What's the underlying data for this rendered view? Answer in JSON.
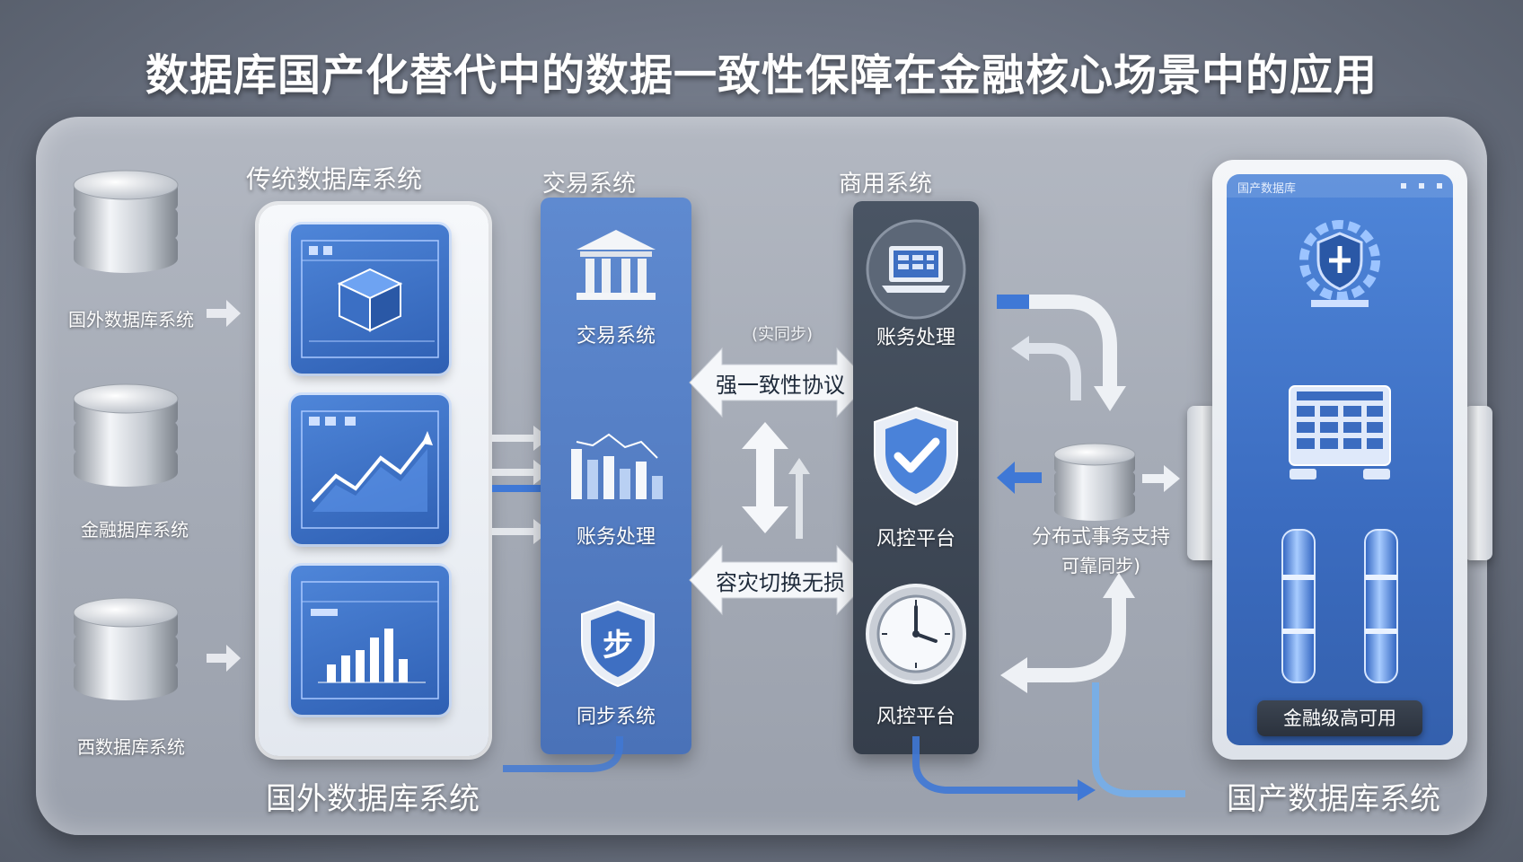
{
  "title": "数据库国产化替代中的数据一致性保障在金融核心场景中的应用",
  "left_dbs": [
    {
      "label": "国外数据库系统"
    },
    {
      "label": "金融据库系统"
    },
    {
      "label": "西数据库系统"
    }
  ],
  "legacy_panel": {
    "title": "传统数据库系统",
    "footer": "国外数据库系统"
  },
  "column1": {
    "title": "交易系统",
    "items": [
      {
        "label": "交易系统",
        "icon": "bank-icon"
      },
      {
        "label": "账务处理",
        "icon": "bar-chart-icon"
      },
      {
        "label": "同步系统",
        "icon": "shield-icon",
        "badge": "步"
      }
    ]
  },
  "middle": {
    "caption": "(实同步)",
    "arrow_top": "强一致性协议",
    "arrow_bottom": "容灾切换无损"
  },
  "column2": {
    "title": "商用系统",
    "items": [
      {
        "label": "账务处理",
        "icon": "laptop-icon"
      },
      {
        "label": "风控平台",
        "icon": "check-shield-icon"
      },
      {
        "label": "风控平台",
        "icon": "clock-icon"
      }
    ]
  },
  "distributed": {
    "line1": "分布式事务支持",
    "line2": "可靠同步)"
  },
  "domestic": {
    "header": "国产数据库",
    "badge": "金融级高可用",
    "footer": "国产数据库系统"
  },
  "colors": {
    "accent": "#3f78d6",
    "panel": "#e9edf2",
    "dark_column": "#3d4858"
  }
}
